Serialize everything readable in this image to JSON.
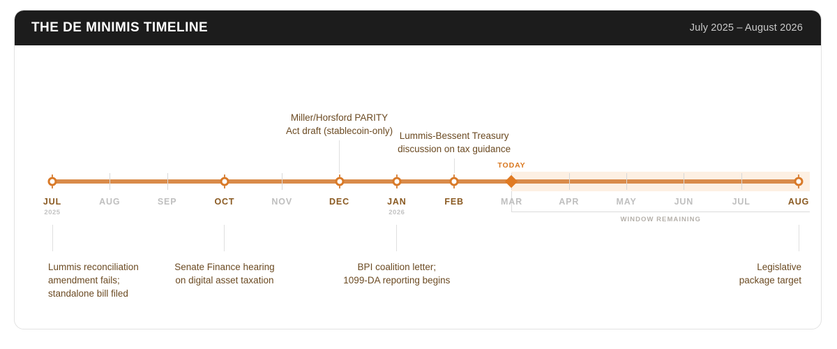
{
  "header": {
    "title": "THE DE MINIMIS TIMELINE",
    "range": "July 2025 – August 2026"
  },
  "colors": {
    "header_bg": "#1c1c1c",
    "accent": "#d97a28",
    "axis": "#d98b4a",
    "text_brown": "#6b4a22",
    "month_milestone": "#8a5a22",
    "month_minor": "#bfbfbf",
    "band": "#fdf0e3"
  },
  "chart_data": {
    "type": "timeline",
    "title": "THE DE MINIMIS TIMELINE",
    "range_label": "July 2025 – August 2026",
    "axis_start": "JUL 2025",
    "axis_end": "AUG 2026",
    "months": [
      {
        "label": "JUL",
        "year": "2025",
        "milestone": true
      },
      {
        "label": "AUG",
        "year": "",
        "milestone": false
      },
      {
        "label": "SEP",
        "year": "",
        "milestone": false
      },
      {
        "label": "OCT",
        "year": "",
        "milestone": true
      },
      {
        "label": "NOV",
        "year": "",
        "milestone": false
      },
      {
        "label": "DEC",
        "year": "",
        "milestone": true
      },
      {
        "label": "JAN",
        "year": "2026",
        "milestone": true
      },
      {
        "label": "FEB",
        "year": "",
        "milestone": true
      },
      {
        "label": "MAR",
        "year": "",
        "milestone": false
      },
      {
        "label": "APR",
        "year": "",
        "milestone": false
      },
      {
        "label": "MAY",
        "year": "",
        "milestone": false
      },
      {
        "label": "JUN",
        "year": "",
        "milestone": false
      },
      {
        "label": "JUL",
        "year": "",
        "milestone": false
      },
      {
        "label": "AUG",
        "year": "",
        "milestone": true
      }
    ],
    "today": {
      "label": "TODAY",
      "month_index": 8
    },
    "window": {
      "label": "WINDOW REMAINING",
      "start_index": 8,
      "end_index": 13
    },
    "events": [
      {
        "text": "Lummis reconciliation\namendment fails;\nstandalone bill filed",
        "month_index": 0,
        "position": "below",
        "align": "left"
      },
      {
        "text": "Senate Finance hearing\non digital asset taxation",
        "month_index": 3,
        "position": "below",
        "align": "center"
      },
      {
        "text": "Miller/Horsford PARITY\nAct draft (stablecoin-only)",
        "month_index": 5,
        "position": "above",
        "align": "center"
      },
      {
        "text": "BPI coalition letter;\n1099-DA reporting begins",
        "month_index": 6,
        "position": "below",
        "align": "center"
      },
      {
        "text": "Lummis-Bessent Treasury\ndiscussion on tax guidance",
        "month_index": 7,
        "position": "above",
        "align": "center"
      },
      {
        "text": "Legislative\npackage target",
        "month_index": 13,
        "position": "below",
        "align": "right"
      }
    ]
  }
}
